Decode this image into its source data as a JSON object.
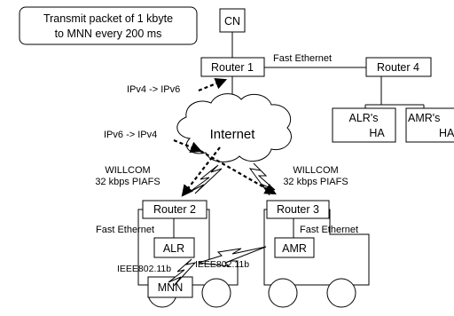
{
  "note": {
    "line1": "Transmit packet of 1 kbyte",
    "line2": "to MNN every 200 ms"
  },
  "nodes": {
    "cn": "CN",
    "router1": "Router 1",
    "router2": "Router 2",
    "router3": "Router 3",
    "router4": "Router 4",
    "alr_ha": {
      "line1": "ALR's",
      "line2": "HA"
    },
    "amr_ha": {
      "line1": "AMR's",
      "line2": "HA"
    },
    "alr": "ALR",
    "amr": "AMR",
    "mnn": "MNN"
  },
  "cloud": {
    "label": "Internet"
  },
  "links": {
    "fast_ethernet_top": "Fast Ethernet",
    "fast_ethernet_left": "Fast Ethernet",
    "fast_ethernet_right": "Fast Ethernet",
    "ieee_left": "IEEE802.11b",
    "ieee_right": "IEEE802.11b"
  },
  "tunnels": {
    "ipv4_to_ipv6": "IPv4 -> IPv6",
    "ipv6_to_ipv4": "IPv6 -> IPv4"
  },
  "wireless": {
    "left": {
      "line1": "WILLCOM",
      "line2": "32 kbps  PIAFS"
    },
    "right": {
      "line1": "WILLCOM",
      "line2": "32 kbps  PIAFS"
    }
  }
}
